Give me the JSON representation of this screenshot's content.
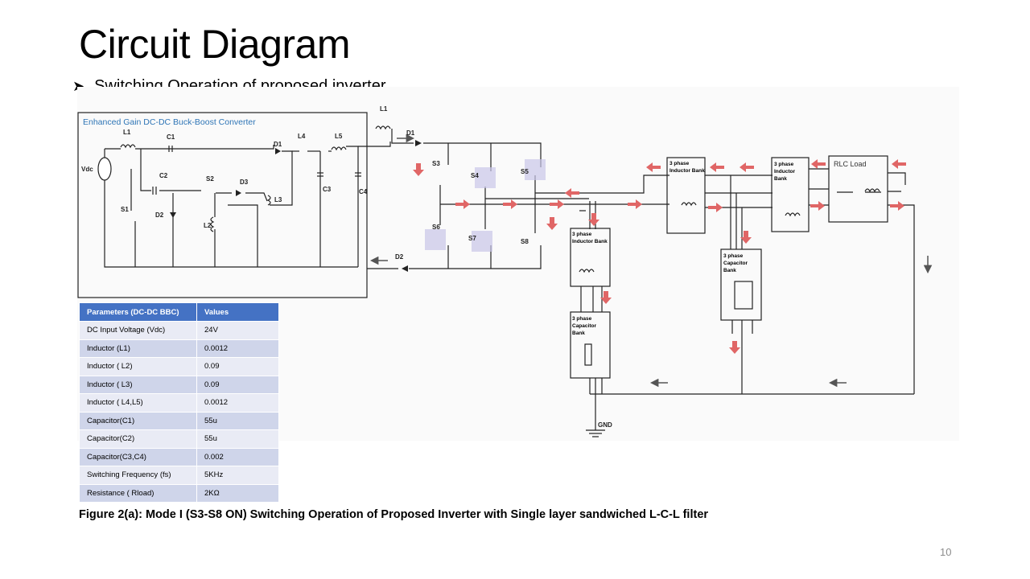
{
  "slide": {
    "title": "Circuit Diagram",
    "bullet": "Switching Operation of  proposed inverter",
    "caption": "Figure 2(a): Mode I (S3-S8 ON) Switching Operation of Proposed Inverter with Single  layer sandwiched L-C-L filter",
    "page_number": "10"
  },
  "converter": {
    "title": "Enhanced Gain DC-DC Buck-Boost Converter",
    "labels": {
      "vdc": "Vdc",
      "l1": "L1",
      "c1": "C1",
      "c2": "C2",
      "s1": "S1",
      "d2": "D2",
      "l2": "L2",
      "s2": "S2",
      "d3": "D3",
      "l3": "L3",
      "d1": "D1",
      "l4": "L4",
      "l5": "L5",
      "c3": "C3",
      "c4": "C4"
    }
  },
  "inverter": {
    "labels": {
      "l1": "L1",
      "d1": "D1",
      "d2": "D2",
      "s3": "S3",
      "s4": "S4",
      "s5": "S5",
      "s6": "S6",
      "s7": "S7",
      "s8": "S8",
      "gnd": "GND",
      "rlc": "RLC Load"
    },
    "blocks": {
      "inductor_bank": "3 phase Inductor Bank",
      "capacitor_bank": "3 phase Capacitor Bank"
    }
  },
  "params_table": {
    "headers": [
      "Parameters (DC-DC BBC)",
      "Values"
    ],
    "rows": [
      [
        "DC Input Voltage (Vdc)",
        "24V"
      ],
      [
        "Inductor (L1)",
        "0.0012"
      ],
      [
        "Inductor ( L2)",
        "0.09"
      ],
      [
        "Inductor ( L3)",
        "0.09"
      ],
      [
        "Inductor ( L4,L5)",
        "0.0012"
      ],
      [
        "Capacitor(C1)",
        "55u"
      ],
      [
        "Capacitor(C2)",
        "55u"
      ],
      [
        "Capacitor(C3,C4)",
        "0.002"
      ],
      [
        "Switching Frequency (fs)",
        "5KHz"
      ],
      [
        "Resistance ( Rload)",
        "2KΩ"
      ]
    ]
  },
  "colors": {
    "header": "#4472c4",
    "row_light": "#e9ebf5",
    "row_dark": "#cfd5ea",
    "flow_arrow": "#e06666",
    "converter_title": "#2e75b6"
  }
}
